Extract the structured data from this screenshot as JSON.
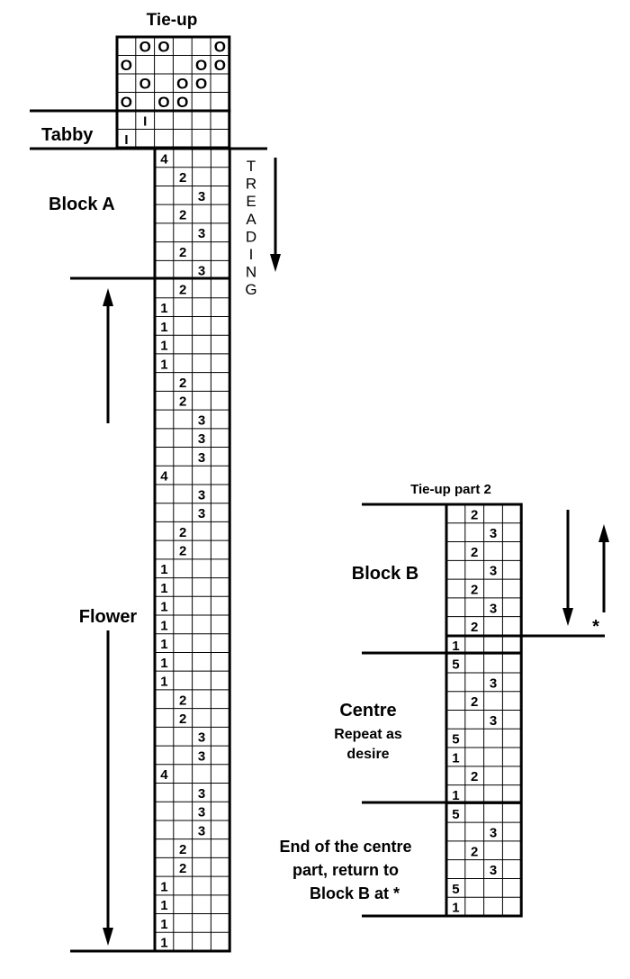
{
  "headings": {
    "tie_up": "Tie-up",
    "tabby": "Tabby",
    "block_a": "Block A",
    "flower": "Flower",
    "tie_up_part2": "Tie-up part 2",
    "block_b": "Block B",
    "centre": "Centre",
    "centre_note_1": "Repeat as",
    "centre_note_2": "desire",
    "end_1": "End of the centre",
    "end_2": "part, return to",
    "end_3": "Block B at *",
    "asterisk": "*"
  },
  "treading_letters": [
    "T",
    "R",
    "E",
    "A",
    "D",
    "I",
    "N",
    "G"
  ],
  "tie_up_circle_glyph": "O",
  "tie_up_grid": [
    [
      0,
      1,
      1,
      0,
      0,
      1
    ],
    [
      1,
      0,
      0,
      0,
      1,
      1
    ],
    [
      0,
      1,
      0,
      1,
      1,
      0
    ],
    [
      1,
      0,
      1,
      1,
      0,
      0
    ]
  ],
  "tabby_marks": [
    {
      "row": 0,
      "col": 1,
      "text": "I"
    },
    {
      "row": 1,
      "col": 0,
      "text": "I"
    }
  ],
  "block_a_treadles": [
    4,
    2,
    3,
    2,
    3,
    2,
    3
  ],
  "flower_treadles": [
    2,
    1,
    1,
    1,
    1,
    2,
    2,
    3,
    3,
    3,
    4,
    3,
    3,
    2,
    2,
    1,
    1,
    1,
    1,
    1,
    1,
    1,
    2,
    2,
    3,
    3,
    4,
    3,
    3,
    3,
    2,
    2,
    1,
    1,
    1,
    1
  ],
  "block_b_treadles": [
    2,
    3,
    2,
    3,
    2,
    3,
    2
  ],
  "centre_treadles": [
    1,
    5,
    3,
    2,
    3,
    5,
    1,
    2,
    1
  ],
  "end_treadles": [
    5,
    3,
    2,
    3,
    5,
    1
  ]
}
